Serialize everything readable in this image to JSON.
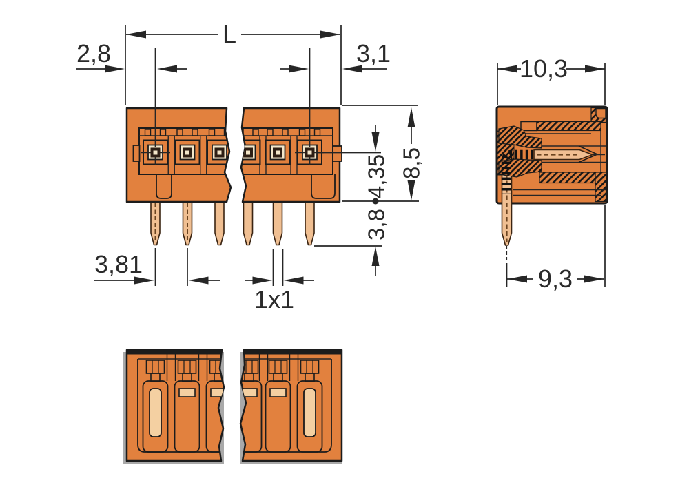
{
  "drawing": {
    "type": "technical-dimension-drawing",
    "subject": "THT male pin header, angled solder pins, front / side-section / bottom views",
    "labels": {
      "total_width": "L",
      "edge_to_first_pin": "2,8",
      "last_pin_to_edge": "3,1",
      "pin_pitch": "3,81",
      "pin_cross_section": "1x1",
      "housing_height": "8,5",
      "pin_center_to_bottom": "4,35",
      "pin_length": "3,8",
      "side_depth": "10,3",
      "pin_to_back": "9,3"
    },
    "colors": {
      "housing_orange": "#e2813e",
      "pin_tan": "#f0bf92",
      "cavity_cream": "#f3e6c9",
      "contact_dark": "#2e1f15",
      "slot_pale": "#f4d0a2",
      "line": "#262626",
      "shadow_gray": "#a9a9a9",
      "background": "#ffffff"
    },
    "views": {
      "front": "front view (broken, 2x3 pins shown)",
      "side": "side section view",
      "bottom": "bottom view (broken)"
    }
  }
}
